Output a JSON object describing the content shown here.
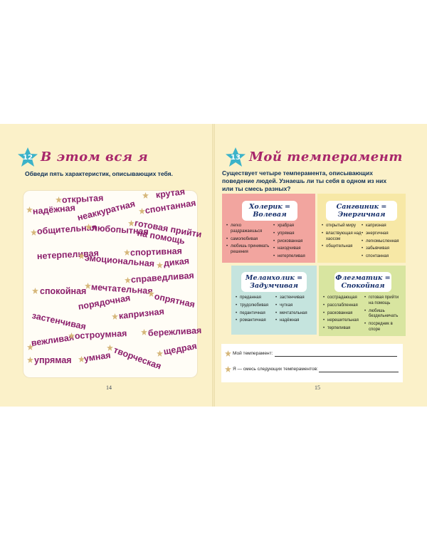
{
  "left_page": {
    "number": "12",
    "title": "В этом вся я",
    "instruction": "Обведи пять характеристик, описывающих тебя.",
    "words": [
      "открытая",
      "крутая",
      "надёжная",
      "неаккуратная",
      "спонтанная",
      "общительная",
      "любопытная",
      "готовая прийти",
      "на помощь",
      "нетерпеливая",
      "спортивная",
      "эмоциональная",
      "дикая",
      "справедливая",
      "спокойная",
      "мечтательная",
      "опрятная",
      "порядочная",
      "застенчивая",
      "капризная",
      "вежливая",
      "бережливая",
      "остроумная",
      "творческая",
      "упрямая",
      "умная",
      "щедрая"
    ],
    "page_number": "14"
  },
  "right_page": {
    "number": "13",
    "title": "Мой темперамент",
    "intro": [
      "Существует четыре темперамента, описывающих",
      "поведение людей. Узнаешь ли ты себя в одном из них",
      "или ты смесь разных?"
    ],
    "cards": [
      {
        "title1": "Холерик =",
        "title2": "Волевая",
        "color": "#f2a59f",
        "col1": [
          "легко раздражаешься",
          "самолюбивая",
          "любишь принимать решения"
        ],
        "col2": [
          "храбрая",
          "упрямая",
          "рискованная",
          "находчивая",
          "нетерпеливая"
        ]
      },
      {
        "title1": "Сангвиник =",
        "title2": "Энергичная",
        "color": "#f7e8a6",
        "col1": [
          "открытый миру",
          "властвующая над хаосом",
          "общительная"
        ],
        "col2": [
          "капризная",
          "энергичная",
          "легкомысленная",
          "забывчивая",
          "спонтанная"
        ]
      },
      {
        "title1": "Меланхолик =",
        "title2": "Задумчивая",
        "color": "#c5e4de",
        "col1": [
          "преданная",
          "трудолюбивая",
          "педантичная",
          "романтичная"
        ],
        "col2": [
          "застенчивая",
          "чуткая",
          "мечтательная",
          "надёжная"
        ]
      },
      {
        "title1": "Флегматик =",
        "title2": "Спокойная",
        "color": "#d8e5a0",
        "col1": [
          "сострадающая",
          "расслабленная",
          "раскованная",
          "нерешительная",
          "терпеливая"
        ],
        "col2": [
          "готовая прийти на помощь",
          "любишь бездельничать",
          "посредник в споре"
        ]
      }
    ],
    "line1": "Мой темперамент:",
    "line2": "Я — смесь следующих темпераментов:",
    "page_number": "15"
  },
  "colors": {
    "page": "#fbf1c9",
    "star": "#3cb3c9",
    "title": "#a8276b",
    "words": "#8b1e6b",
    "word_star": "#d6b77a"
  }
}
